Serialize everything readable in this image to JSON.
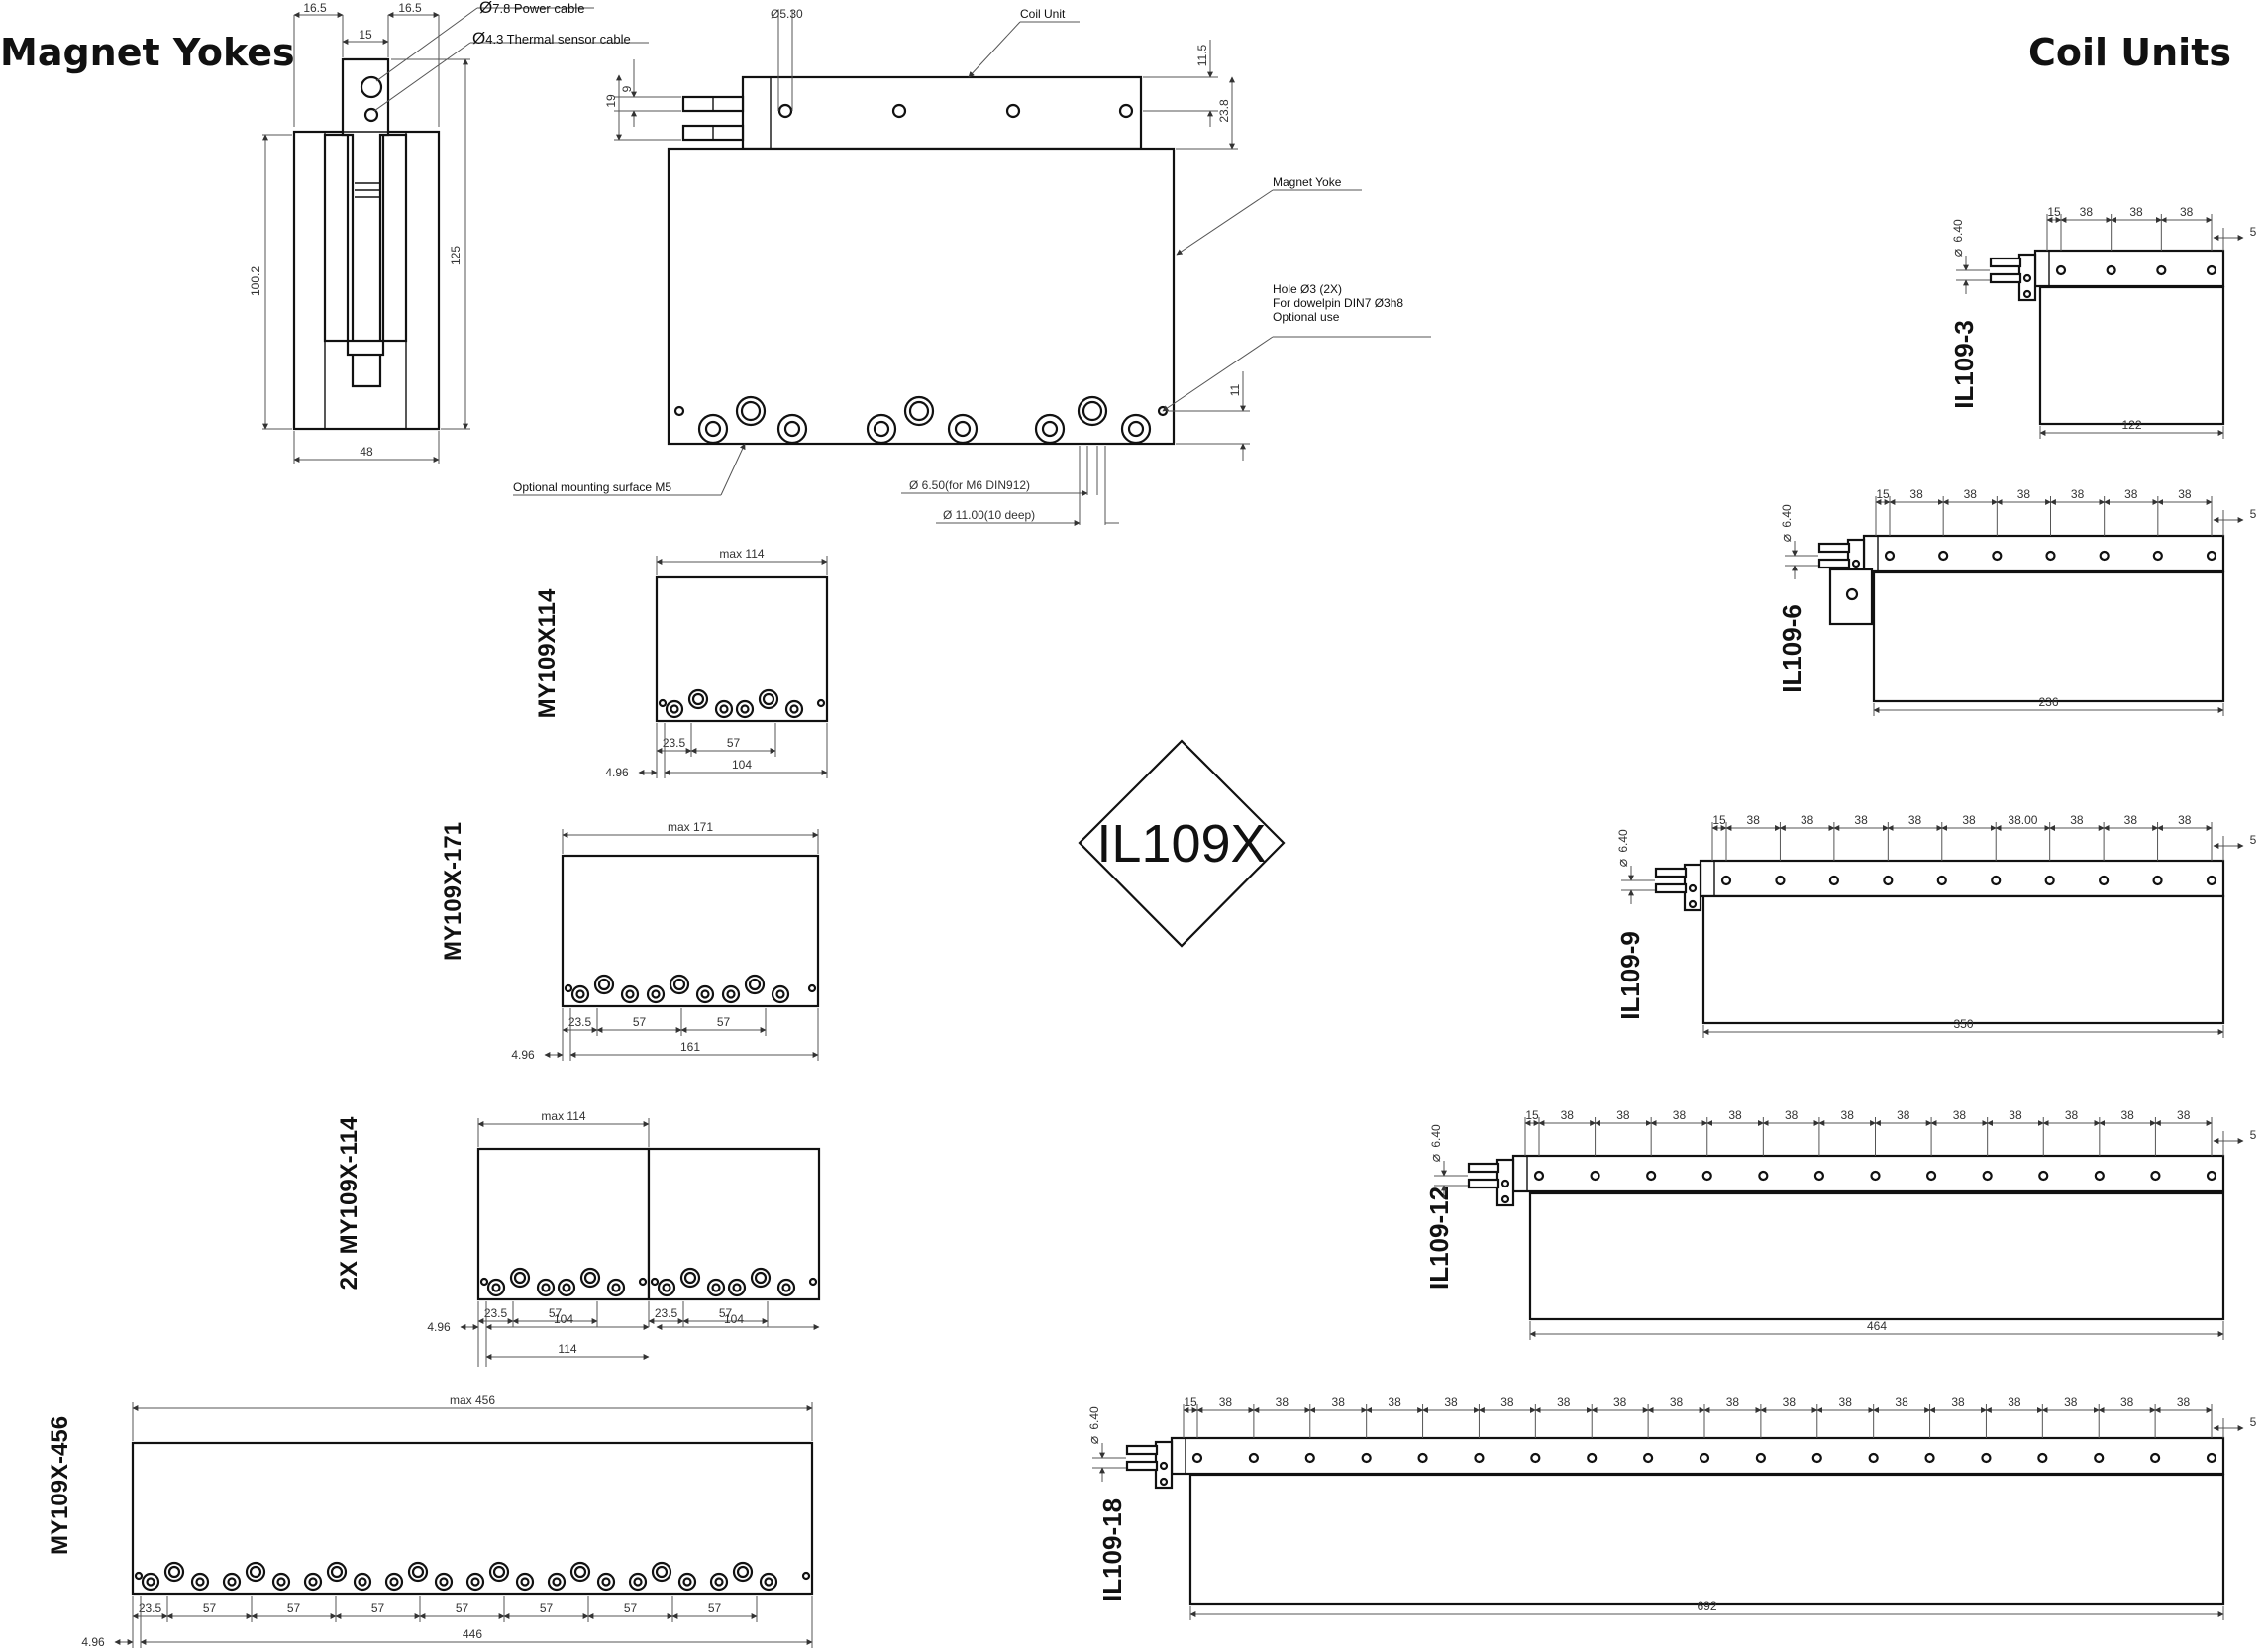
{
  "headings": {
    "left": "Magnet Yokes",
    "right": "Coil Units"
  },
  "center_badge": "IL109X",
  "detail_side": {
    "top_dims": [
      "16.5",
      "16.5",
      "15"
    ],
    "height_inner": "100.2",
    "height_total": "125",
    "width": "48",
    "callouts": [
      {
        "sym": "Ø",
        "text": "7.8 Power cable"
      },
      {
        "sym": "Ø",
        "text": "4.3 Thermal sensor cable"
      }
    ]
  },
  "detail_front": {
    "top_dia": "Ø5.30",
    "coil_unit": "Coil Unit",
    "magnet_yoke": "Magnet Yoke",
    "left_dims": [
      "19",
      "9"
    ],
    "right_dims": [
      "11.5",
      "23.8"
    ],
    "hole_note": [
      "Hole Ø3 (2X)",
      "For dowelpin DIN7 Ø3h8",
      "Optional use"
    ],
    "bottom_dim": "11",
    "mounting": "Optional mounting surface M5",
    "dia1": "Ø 6.50(for M6 DIN912)",
    "dia2": "Ø 11.00(10 deep)"
  },
  "yokes": [
    {
      "label": "MY109X114",
      "max": "max 114",
      "dims": [
        "23.5",
        "57"
      ],
      "offset": "4.96",
      "total": "104"
    },
    {
      "label": "MY109X-171",
      "max": "max 171",
      "dims": [
        "23.5",
        "57",
        "57"
      ],
      "offset": "4.96",
      "total": "161"
    },
    {
      "label": "2X MY109X-114",
      "max": "max 114",
      "dims": [
        "23.5",
        "57",
        "23.5",
        "57"
      ],
      "offset": "4.96",
      "totals": [
        "104",
        "104",
        "114"
      ]
    },
    {
      "label": "MY109X-456",
      "max": "max 456",
      "dims": [
        "23.5",
        "57",
        "57",
        "57",
        "57",
        "57",
        "57",
        "57"
      ],
      "offset": "4.96",
      "total": "446"
    }
  ],
  "coils": [
    {
      "label": "IL109-3",
      "dia": "6.40",
      "first": "15",
      "pitches": [
        "38",
        "38",
        "38"
      ],
      "end": "5",
      "length": "122"
    },
    {
      "label": "IL109-6",
      "dia": "6.40",
      "first": "15",
      "pitches": [
        "38",
        "38",
        "38",
        "38",
        "38",
        "38"
      ],
      "end": "5",
      "length": "236"
    },
    {
      "label": "IL109-9",
      "dia": "6.40",
      "first": "15",
      "pitches": [
        "38",
        "38",
        "38",
        "38",
        "38",
        "38.00",
        "38",
        "38",
        "38"
      ],
      "end": "5",
      "length": "350"
    },
    {
      "label": "IL109-12",
      "dia": "6.40",
      "first": "15",
      "pitches": [
        "38",
        "38",
        "38",
        "38",
        "38",
        "38",
        "38",
        "38",
        "38",
        "38",
        "38",
        "38"
      ],
      "end": "5",
      "length": "464"
    },
    {
      "label": "IL109-18",
      "dia": "6.40",
      "first": "15",
      "pitches": [
        "38",
        "38",
        "38",
        "38",
        "38",
        "38",
        "38",
        "38",
        "38",
        "38",
        "38",
        "38",
        "38",
        "38",
        "38",
        "38",
        "38",
        "38"
      ],
      "end": "5",
      "length": "692"
    }
  ]
}
